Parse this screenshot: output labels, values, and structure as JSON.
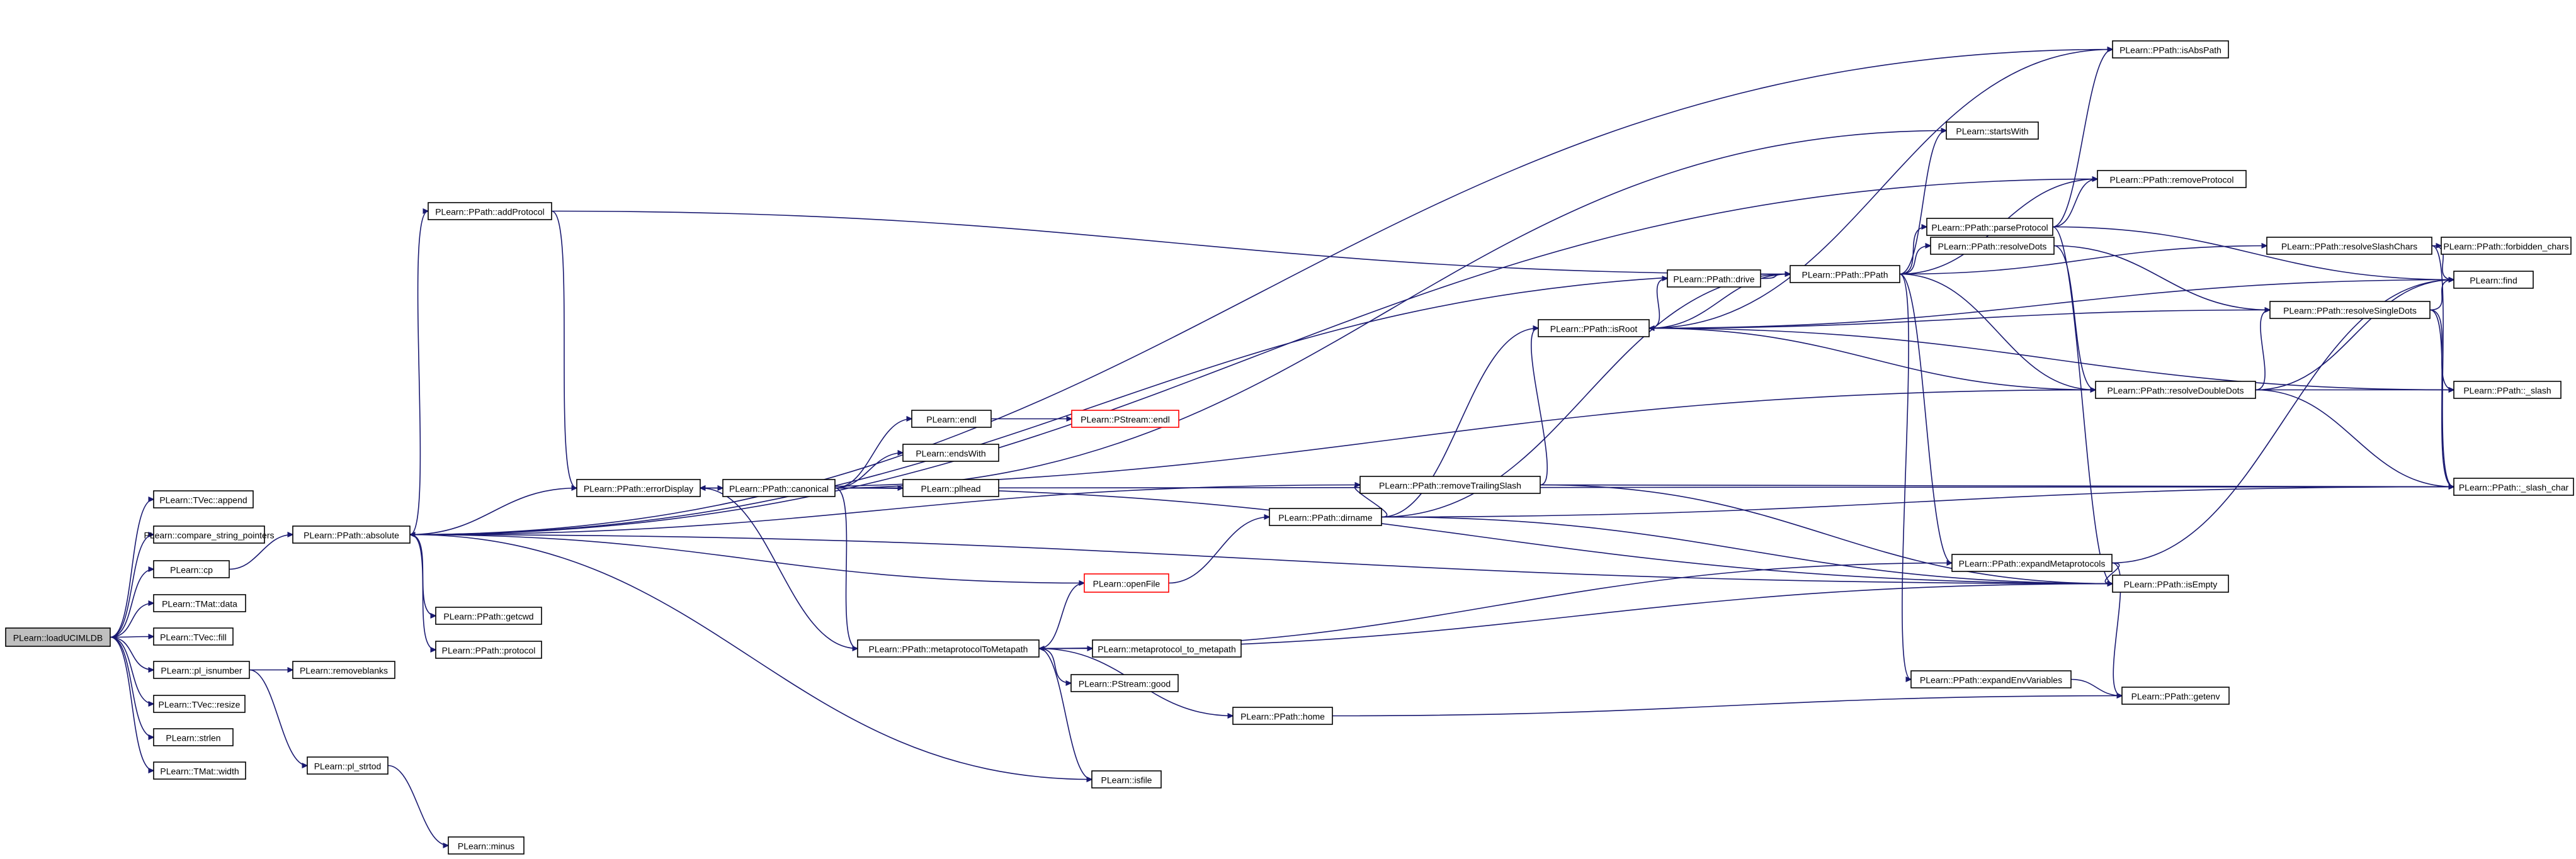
{
  "graph": {
    "edge_color": "#191970",
    "root_fill": "#bfbfbf",
    "link_missing_color": "#ff0000",
    "nodes": {
      "loadUCIMLDB": "PLearn::loadUCIMLDB",
      "tvec_append": "PLearn::TVec::append",
      "compare_string_pointers": "PLearn::compare_string_pointers",
      "cp": "PLearn::cp",
      "tmat_data": "PLearn::TMat::data",
      "tvec_fill": "PLearn::TVec::fill",
      "pl_isnumber": "PLearn::pl_isnumber",
      "tvec_resize": "PLearn::TVec::resize",
      "strlen": "PLearn::strlen",
      "tmat_width": "PLearn::TMat::width",
      "removeblanks": "PLearn::removeblanks",
      "pl_strtod": "PLearn::pl_strtod",
      "minus": "PLearn::minus",
      "absolute": "PLearn::PPath::absolute",
      "addProtocol": "PLearn::PPath::addProtocol",
      "getcwd": "PLearn::PPath::getcwd",
      "protocol": "PLearn::PPath::protocol",
      "errorDisplay": "PLearn::PPath::errorDisplay",
      "canonical": "PLearn::PPath::canonical",
      "endl": "PLearn::endl",
      "pstream_endl": "PLearn::PStream::endl",
      "endsWith": "PLearn::endsWith",
      "plhead": "PLearn::plhead",
      "openFile": "PLearn::openFile",
      "metaprotocolToMetapath": "PLearn::PPath::metaprotocolToMetapath",
      "metaprotocol_to_metapath": "PLearn::metaprotocol_to_metapath",
      "pstream_good": "PLearn::PStream::good",
      "home": "PLearn::PPath::home",
      "isfile": "PLearn::isfile",
      "dirname": "PLearn::PPath::dirname",
      "removeTrailingSlash": "PLearn::PPath::removeTrailingSlash",
      "isRoot": "PLearn::PPath::isRoot",
      "drive": "PLearn::PPath::drive",
      "ppath": "PLearn::PPath::PPath",
      "resolveDots": "PLearn::PPath::resolveDots",
      "startsWith": "PLearn::startsWith",
      "removeProtocol": "PLearn::PPath::removeProtocol",
      "parseProtocol": "PLearn::PPath::parseProtocol",
      "isAbsPath": "PLearn::PPath::isAbsPath",
      "expandMetaprotocols": "PLearn::PPath::expandMetaprotocols",
      "expandEnvVariables": "PLearn::PPath::expandEnvVariables",
      "resolveDoubleDots": "PLearn::PPath::resolveDoubleDots",
      "resolveSlashChars": "PLearn::PPath::resolveSlashChars",
      "resolveSingleDots": "PLearn::PPath::resolveSingleDots",
      "isEmpty": "PLearn::PPath::isEmpty",
      "getenv": "PLearn::PPath::getenv",
      "forbidden_chars": "PLearn::PPath::forbidden_chars",
      "find": "PLearn::find",
      "_slash": "PLearn::PPath::_slash",
      "_slash_char": "PLearn::PPath::_slash_char"
    },
    "edges": [
      [
        "loadUCIMLDB",
        "tvec_append"
      ],
      [
        "loadUCIMLDB",
        "compare_string_pointers"
      ],
      [
        "loadUCIMLDB",
        "cp"
      ],
      [
        "loadUCIMLDB",
        "tmat_data"
      ],
      [
        "loadUCIMLDB",
        "tvec_fill"
      ],
      [
        "loadUCIMLDB",
        "pl_isnumber"
      ],
      [
        "loadUCIMLDB",
        "tvec_resize"
      ],
      [
        "loadUCIMLDB",
        "strlen"
      ],
      [
        "loadUCIMLDB",
        "tmat_width"
      ],
      [
        "pl_isnumber",
        "removeblanks"
      ],
      [
        "pl_isnumber",
        "pl_strtod"
      ],
      [
        "pl_strtod",
        "minus"
      ],
      [
        "cp",
        "absolute"
      ],
      [
        "absolute",
        "addProtocol"
      ],
      [
        "absolute",
        "getcwd"
      ],
      [
        "absolute",
        "protocol"
      ],
      [
        "absolute",
        "isAbsPath"
      ],
      [
        "absolute",
        "removeProtocol"
      ],
      [
        "absolute",
        "ppath"
      ],
      [
        "absolute",
        "removeTrailingSlash"
      ],
      [
        "absolute",
        "isEmpty"
      ],
      [
        "absolute",
        "isfile"
      ],
      [
        "addProtocol",
        "ppath"
      ],
      [
        "addProtocol",
        "errorDisplay"
      ],
      [
        "errorDisplay",
        "absolute"
      ],
      [
        "errorDisplay",
        "canonical"
      ],
      [
        "canonical",
        "endl"
      ],
      [
        "canonical",
        "endsWith"
      ],
      [
        "canonical",
        "plhead"
      ],
      [
        "canonical",
        "metaprotocolToMetapath"
      ],
      [
        "canonical",
        "startsWith"
      ],
      [
        "canonical",
        "isEmpty"
      ],
      [
        "canonical",
        "_slash_char"
      ],
      [
        "endl",
        "pstream_endl"
      ],
      [
        "openFile",
        "absolute"
      ],
      [
        "openFile",
        "dirname"
      ],
      [
        "metaprotocolToMetapath",
        "errorDisplay"
      ],
      [
        "metaprotocolToMetapath",
        "openFile"
      ],
      [
        "metaprotocolToMetapath",
        "metaprotocol_to_metapath"
      ],
      [
        "metaprotocolToMetapath",
        "pstream_good"
      ],
      [
        "metaprotocolToMetapath",
        "home"
      ],
      [
        "metaprotocolToMetapath",
        "isfile"
      ],
      [
        "metaprotocolToMetapath",
        "isEmpty"
      ],
      [
        "home",
        "getenv"
      ],
      [
        "dirname",
        "removeTrailingSlash"
      ],
      [
        "dirname",
        "isRoot"
      ],
      [
        "dirname",
        "ppath"
      ],
      [
        "dirname",
        "isEmpty"
      ],
      [
        "dirname",
        "_slash_char"
      ],
      [
        "removeTrailingSlash",
        "isRoot"
      ],
      [
        "removeTrailingSlash",
        "isEmpty"
      ],
      [
        "removeTrailingSlash",
        "_slash_char"
      ],
      [
        "isRoot",
        "drive"
      ],
      [
        "isRoot",
        "isAbsPath"
      ],
      [
        "isRoot",
        "find"
      ],
      [
        "isRoot",
        "_slash"
      ],
      [
        "isRoot",
        "ppath"
      ],
      [
        "drive",
        "ppath"
      ],
      [
        "ppath",
        "resolveDots"
      ],
      [
        "ppath",
        "startsWith"
      ],
      [
        "ppath",
        "removeProtocol"
      ],
      [
        "ppath",
        "parseProtocol"
      ],
      [
        "ppath",
        "resolveSlashChars"
      ],
      [
        "ppath",
        "expandMetaprotocols"
      ],
      [
        "ppath",
        "expandEnvVariables"
      ],
      [
        "ppath",
        "resolveDoubleDots"
      ],
      [
        "resolveDots",
        "resolveDoubleDots"
      ],
      [
        "resolveDots",
        "resolveSingleDots"
      ],
      [
        "parseProtocol",
        "isAbsPath"
      ],
      [
        "parseProtocol",
        "removeProtocol"
      ],
      [
        "parseProtocol",
        "find"
      ],
      [
        "parseProtocol",
        "isEmpty"
      ],
      [
        "resolveSlashChars",
        "forbidden_chars"
      ],
      [
        "resolveSlashChars",
        "find"
      ],
      [
        "resolveSlashChars",
        "_slash_char"
      ],
      [
        "resolveSingleDots",
        "isRoot"
      ],
      [
        "resolveSingleDots",
        "find"
      ],
      [
        "resolveSingleDots",
        "_slash"
      ],
      [
        "resolveSingleDots",
        "_slash_char"
      ],
      [
        "resolveDoubleDots",
        "errorDisplay"
      ],
      [
        "resolveDoubleDots",
        "isRoot"
      ],
      [
        "resolveDoubleDots",
        "resolveSingleDots"
      ],
      [
        "resolveDoubleDots",
        "find"
      ],
      [
        "resolveDoubleDots",
        "_slash"
      ],
      [
        "resolveDoubleDots",
        "_slash_char"
      ],
      [
        "expandMetaprotocols",
        "isEmpty"
      ],
      [
        "expandMetaprotocols",
        "getenv"
      ],
      [
        "expandMetaprotocols",
        "metaprotocolToMetapath"
      ],
      [
        "expandMetaprotocols",
        "find"
      ],
      [
        "expandEnvVariables",
        "getenv"
      ]
    ]
  }
}
